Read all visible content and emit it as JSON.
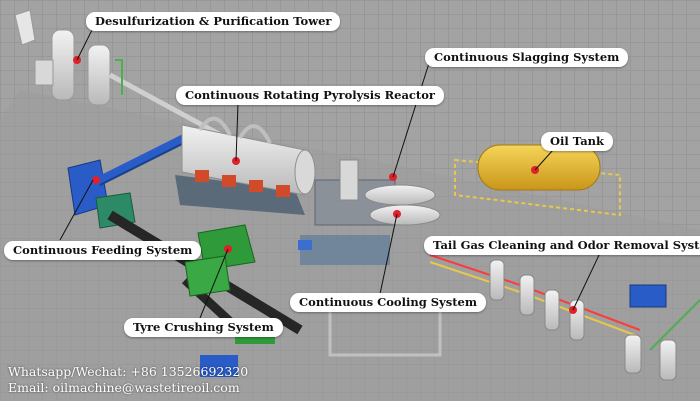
{
  "labels": {
    "desulfurization_tower": "Desulfurization & Purification Tower",
    "slagging_system": "Continuous Slagging System",
    "pyrolysis_reactor": "Continuous Rotating Pyrolysis Reactor",
    "oil_tank": "Oil Tank",
    "feeding_system": "Continuous Feeding System",
    "tail_gas_system": "Tail Gas Cleaning and Odor Removal System",
    "cooling_system": "Continuous Cooling System",
    "tyre_crushing_system": "Tyre Crushing System"
  },
  "contact": {
    "whatsapp": "Whatsapp/Wechat: +86 13526692320",
    "email": "Email: oilmachine@wastetireoil.com"
  },
  "colors": {
    "floor": "#9a9a9a",
    "marker_red": "#e0202a",
    "callout_bg": "#ffffff",
    "oil_tank": "#e8b828",
    "feeder_blue": "#2a5cc8",
    "crusher_green": "#2f9a3a"
  }
}
